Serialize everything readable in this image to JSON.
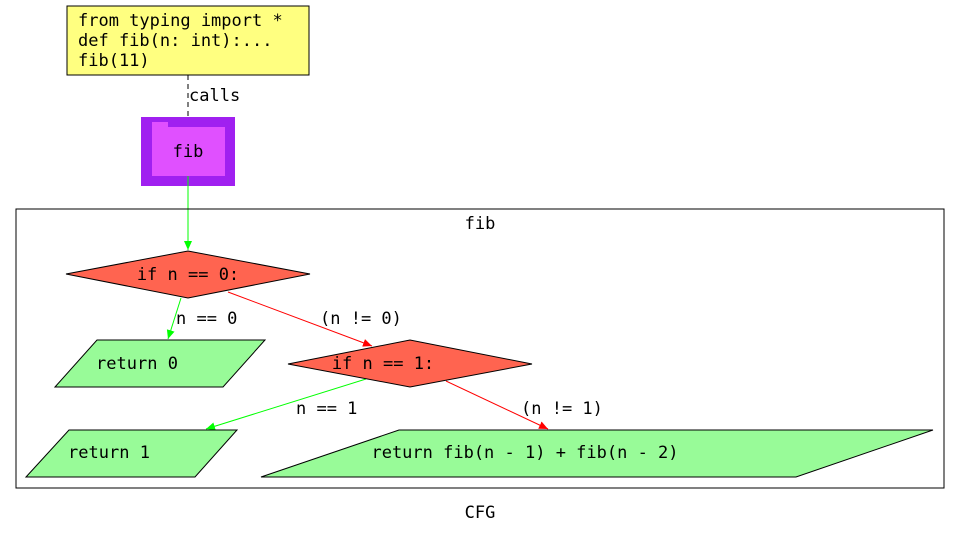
{
  "colors": {
    "code_box": "#ffff80",
    "func_outer": "#a020f0",
    "func_inner": "#e050ff",
    "decision": "#ff6450",
    "terminal": "#98fb98",
    "edge_true": "#00ff00",
    "edge_false": "#ff0000",
    "edge_call": "#000000"
  },
  "code_box": {
    "lines": [
      "from typing import *",
      "def fib(n: int):...",
      "fib(11)"
    ]
  },
  "call_edge": {
    "label": "calls"
  },
  "function_node": {
    "label": "fib"
  },
  "cluster": {
    "title": "fib"
  },
  "nodes": {
    "if_n_eq_0": "if n == 0:",
    "return_0": "return 0",
    "if_n_eq_1": "if n == 1:",
    "return_1": "return 1",
    "return_fib": "return fib(n - 1) + fib(n - 2)"
  },
  "edges": {
    "n_eq_0": "n == 0",
    "n_ne_0": "(n != 0)",
    "n_eq_1": "n == 1",
    "n_ne_1": "(n != 1)"
  },
  "caption": "CFG"
}
